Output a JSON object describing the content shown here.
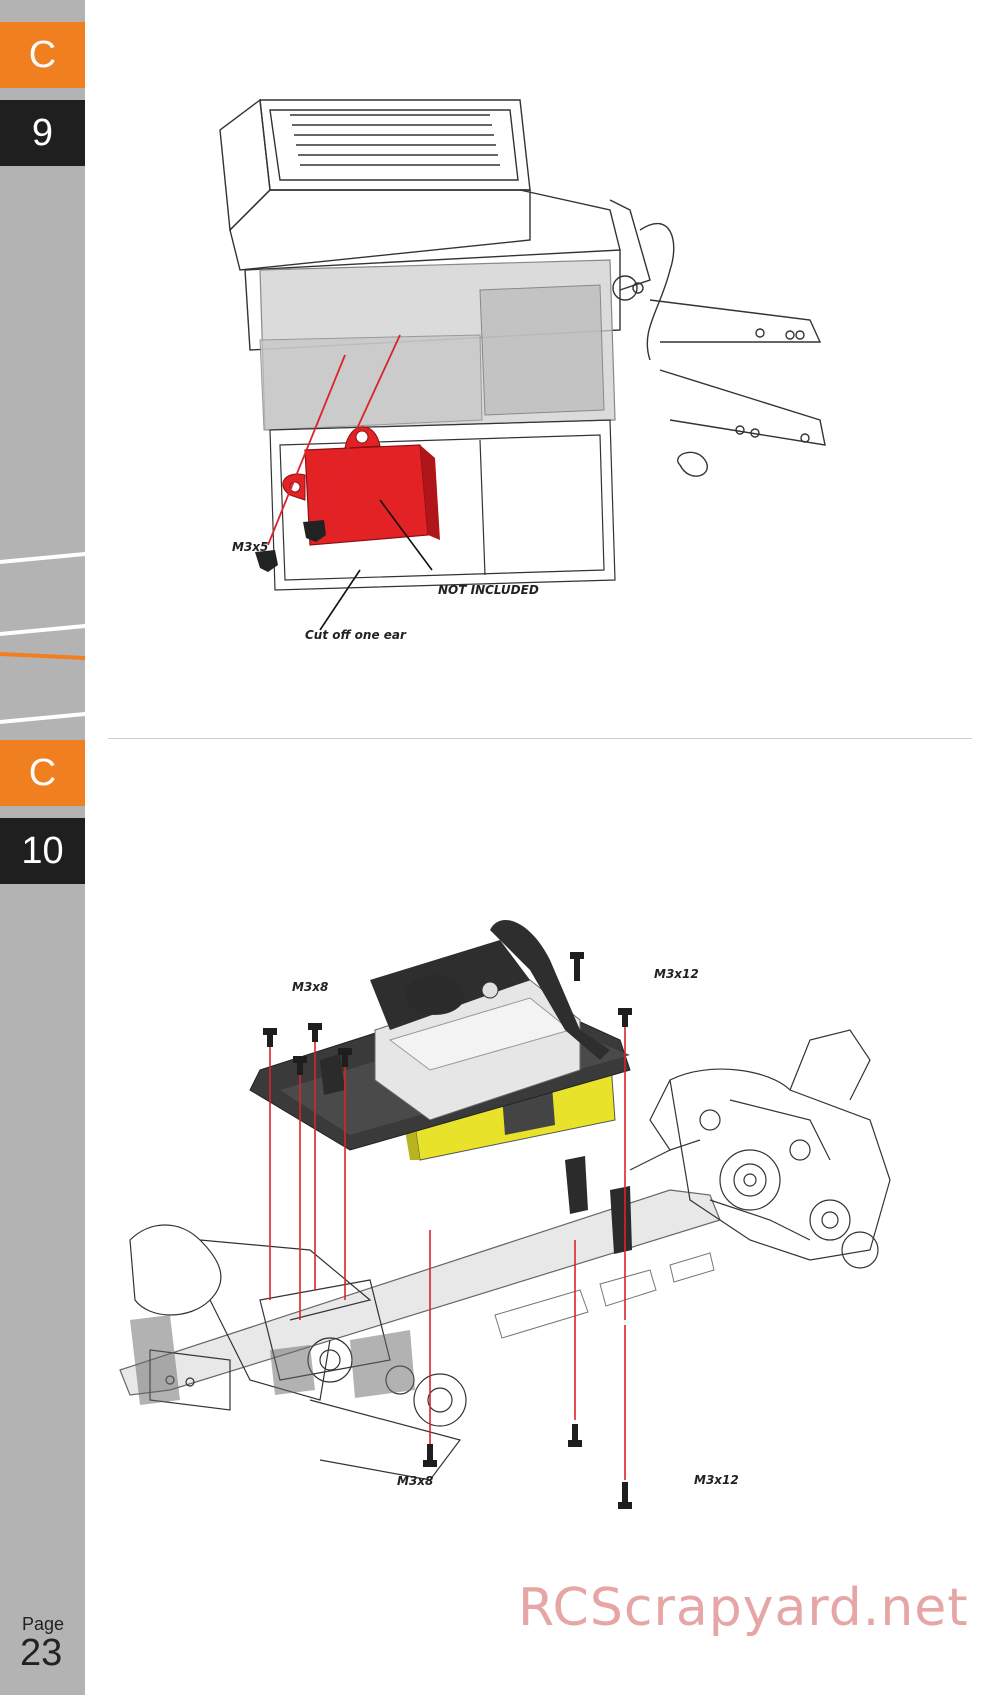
{
  "section_top": {
    "letter": "C",
    "number": "9"
  },
  "section_bottom": {
    "letter": "C",
    "number": "10"
  },
  "page": {
    "label": "Page",
    "number": "23"
  },
  "step9": {
    "screw_label": "M3x5",
    "not_included": "NOT INCLUDED",
    "cut_note": "Cut off one ear"
  },
  "step10": {
    "m3x8_top": "M3x8",
    "m3x12_top": "M3x12",
    "m3x8_bottom": "M3x8",
    "m3x12_bottom": "M3x12"
  },
  "watermark": "RCScrapyard.net",
  "colors": {
    "accent_orange": "#f07f1f",
    "tab_dark": "#1f1f1f",
    "sidebar_gray": "#b3b3b3",
    "receiver_red": "#e32226",
    "battery_yellow": "#e8e22a",
    "screw_line_red": "#d9242a"
  }
}
